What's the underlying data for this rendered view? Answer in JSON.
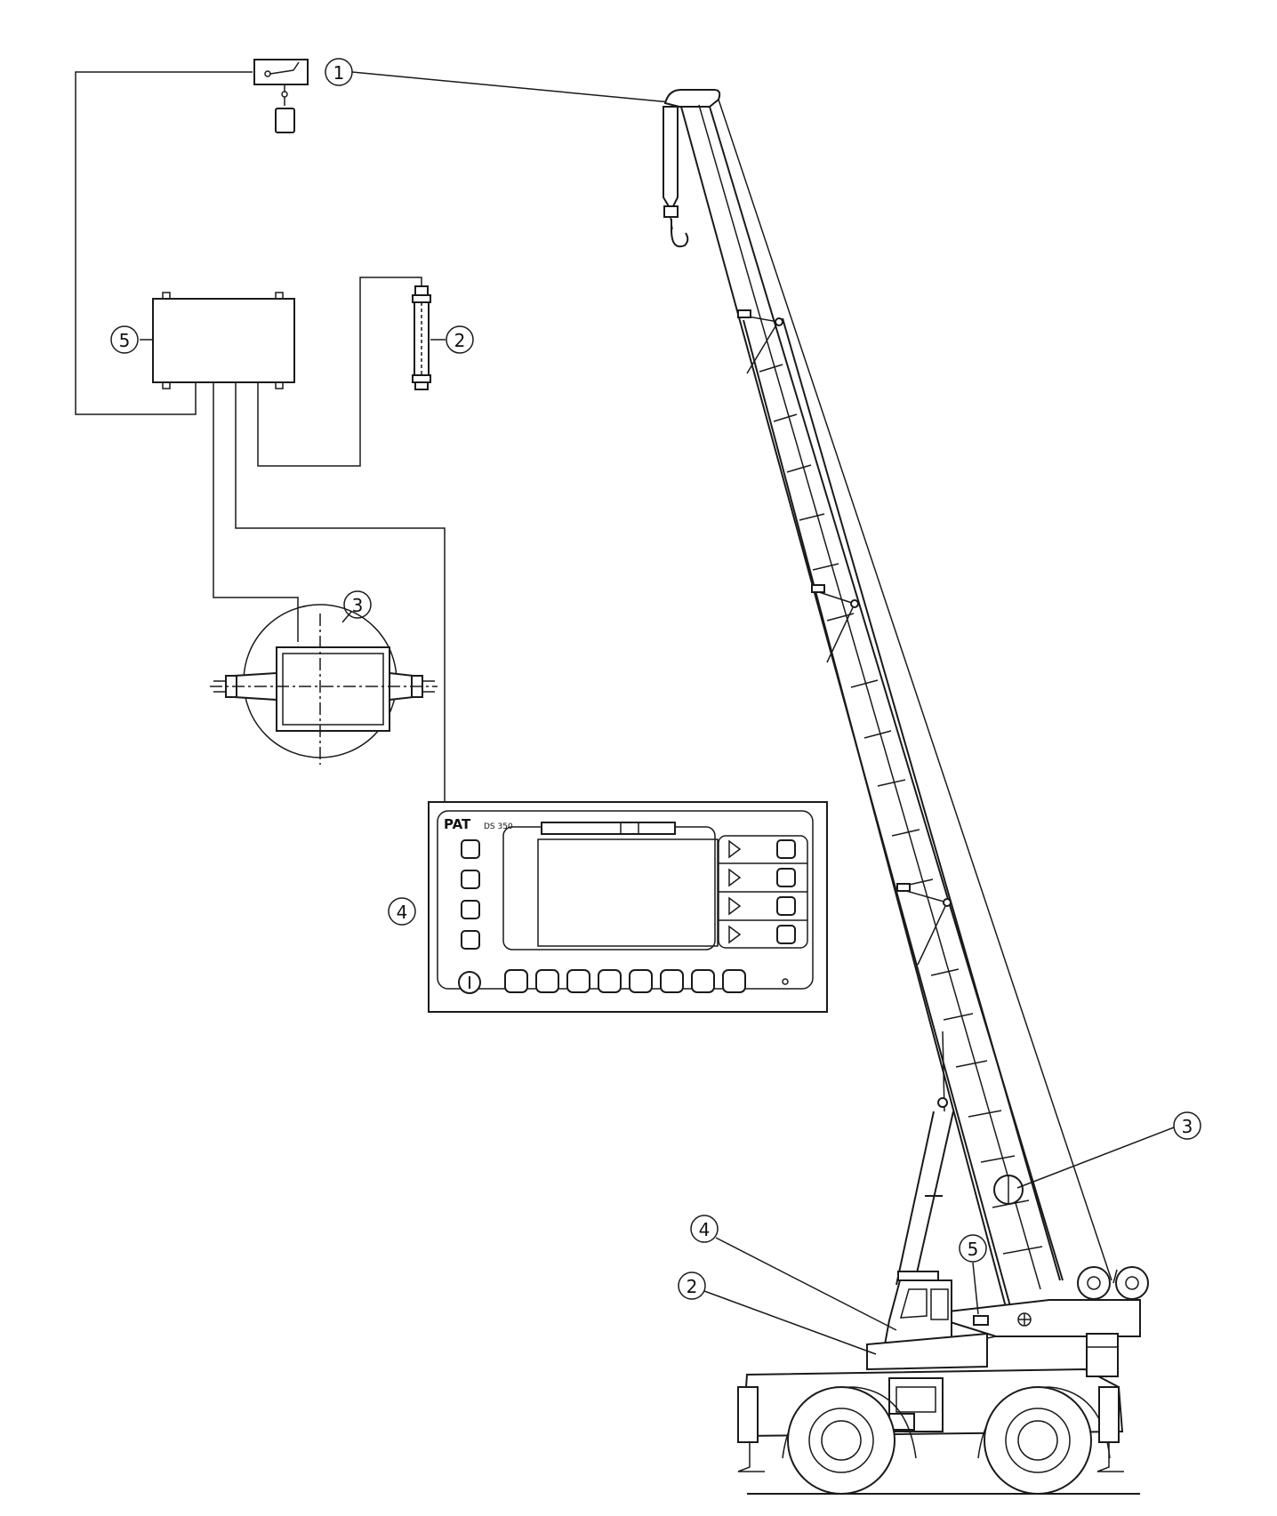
{
  "callouts": {
    "c1": "1",
    "c2": "2",
    "c3": "3",
    "c4": "4",
    "c5": "5",
    "crane_c2": "2",
    "crane_c3": "3",
    "crane_c4": "4",
    "crane_c5": "5"
  },
  "display_unit": {
    "brand": "PAT",
    "model": "DS 350"
  }
}
